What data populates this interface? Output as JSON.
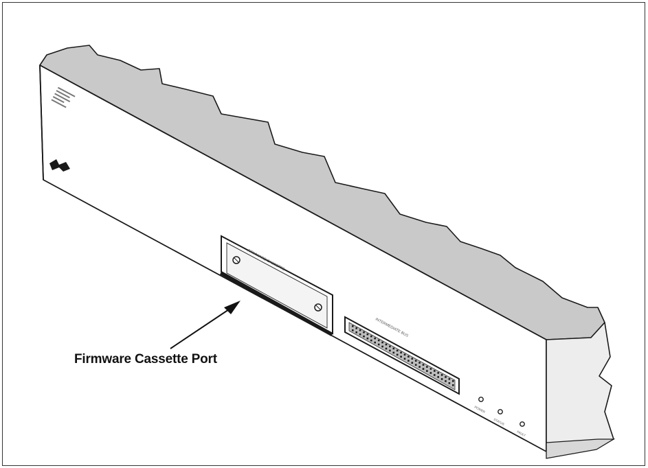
{
  "callout": {
    "label": "Firmware Cassette Port"
  },
  "panel": {
    "cassette_label": "FIRMWARE CASSETTE",
    "bus_label": "INTERMEDIATE BUS",
    "led_labels": [
      "POWER",
      "STATUS",
      "FAULT"
    ],
    "logo_name": "manufacturer-logo"
  },
  "colors": {
    "top_surface": "#c9c9c9",
    "front_face": "#ffffff",
    "outline": "#1a1a1a"
  }
}
